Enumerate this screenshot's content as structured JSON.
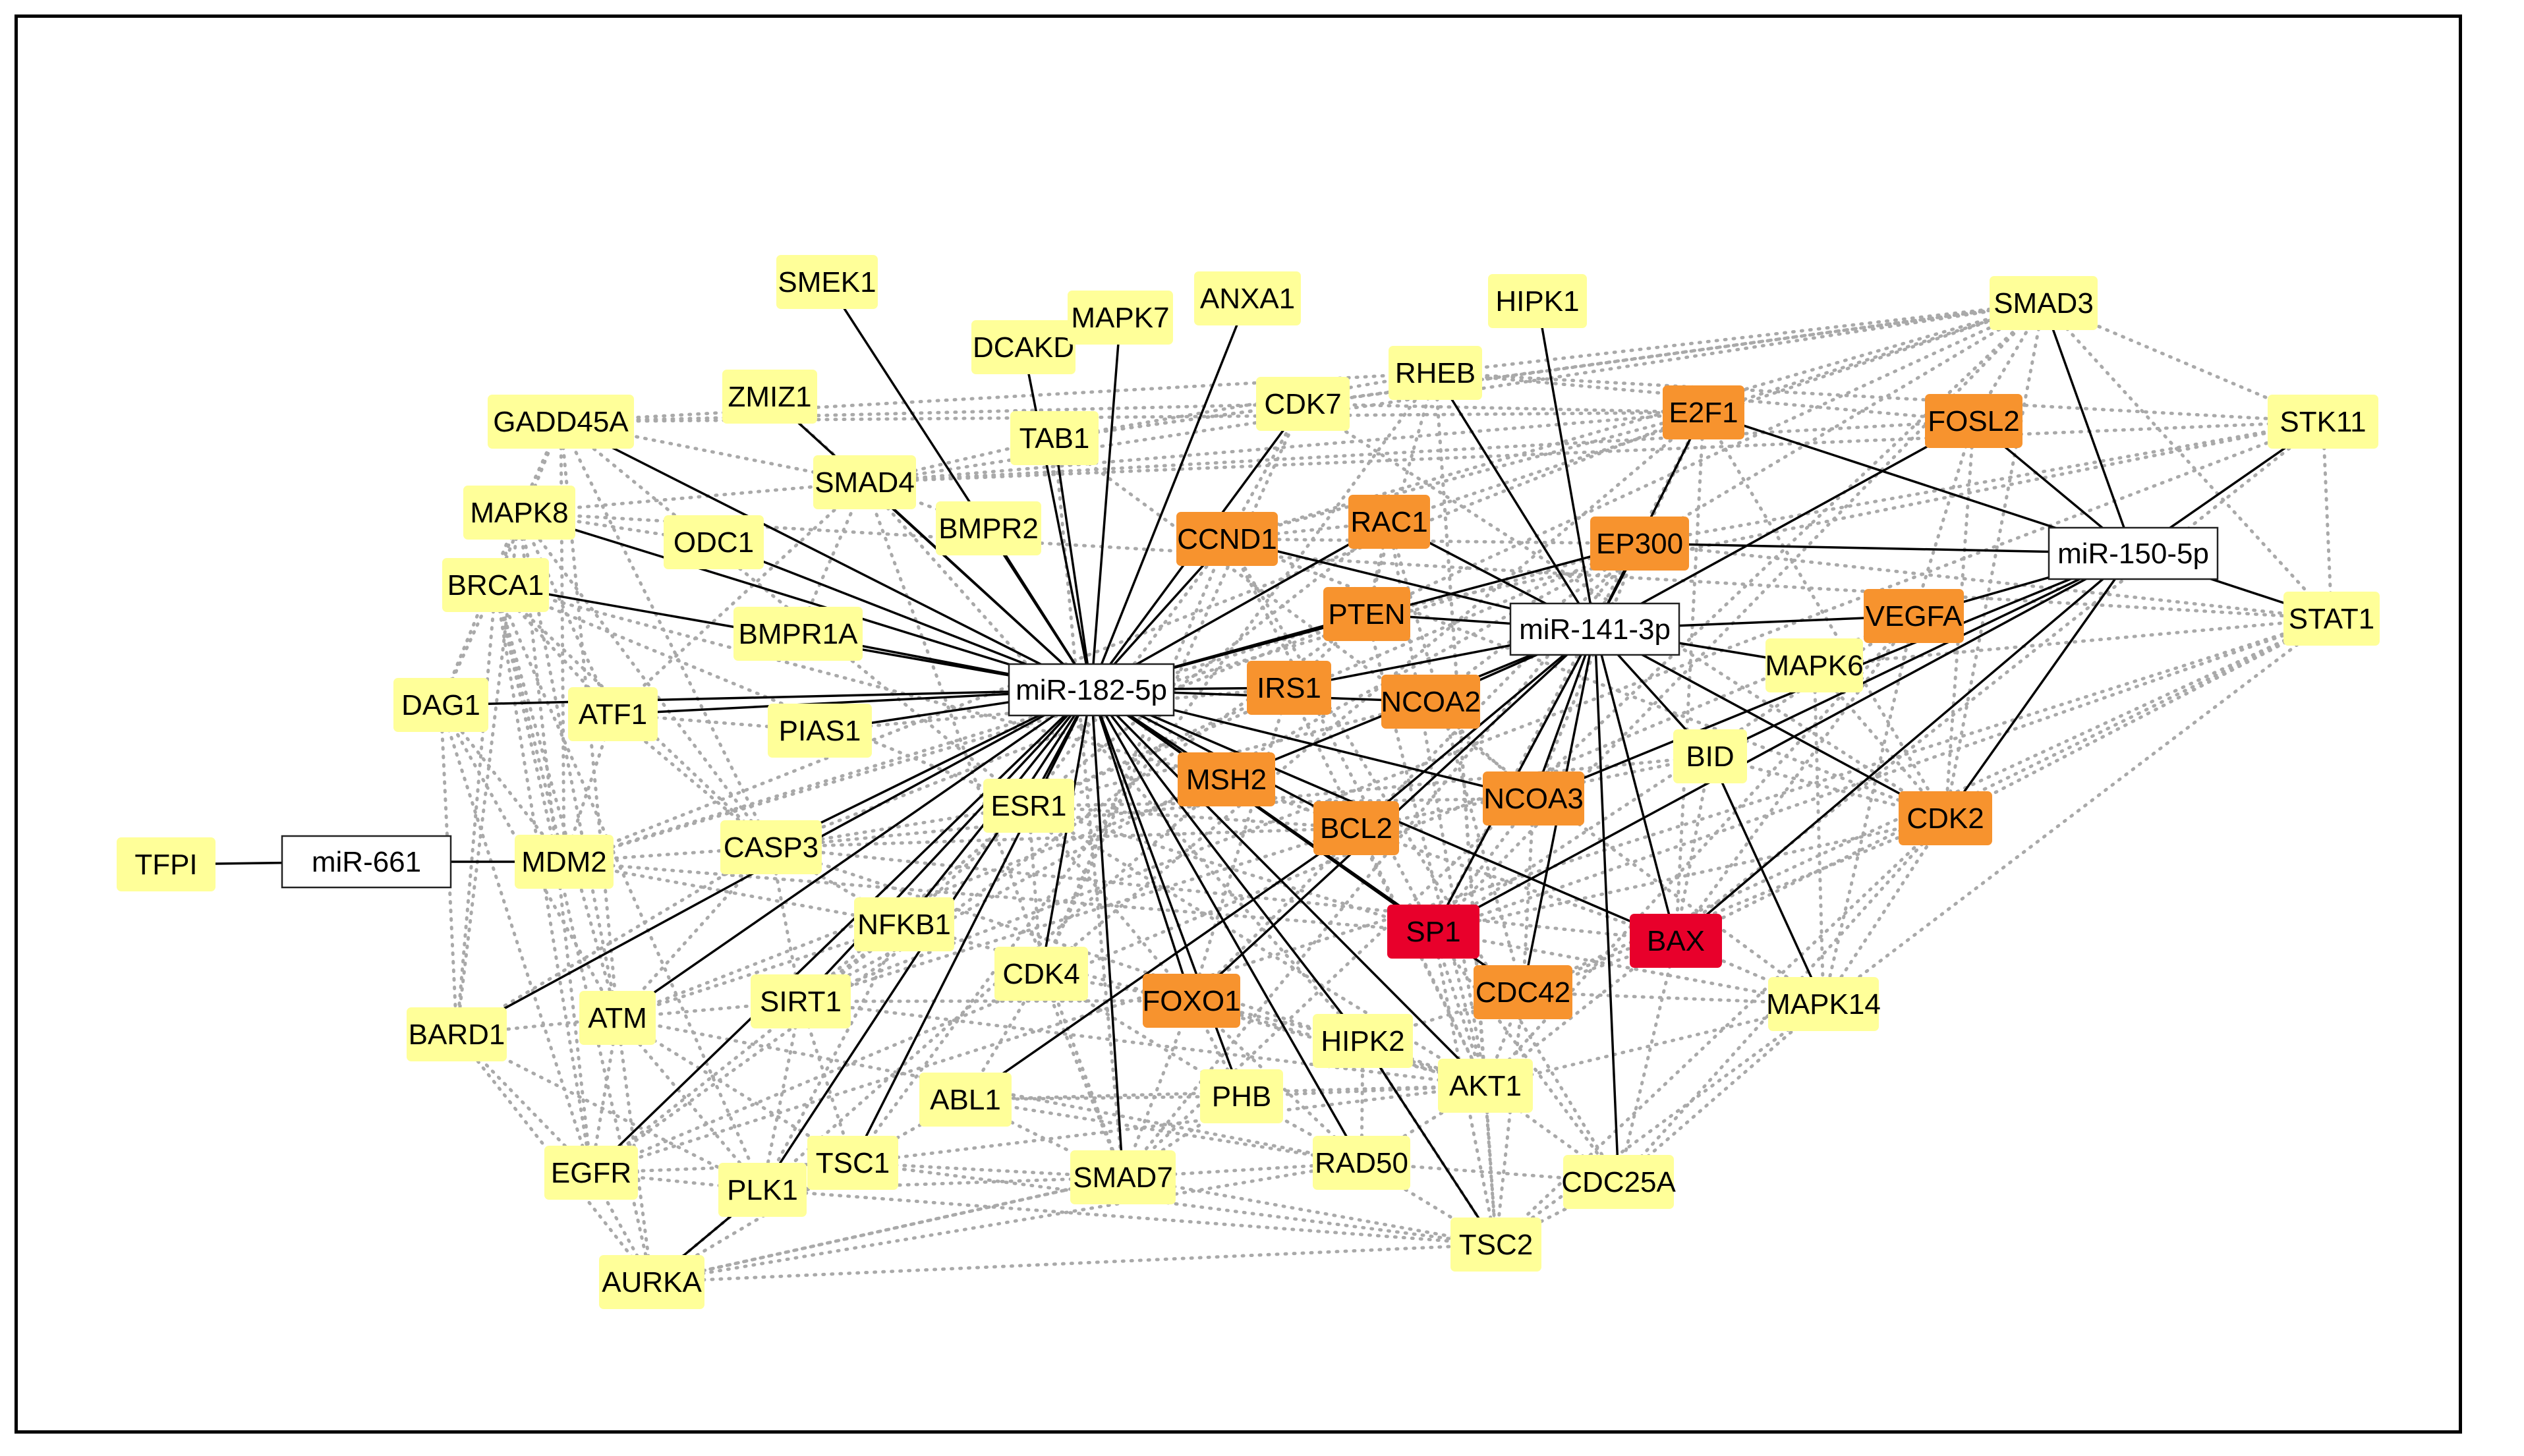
{
  "colors": {
    "mirna": "#ffffff",
    "low": "#ffff99",
    "mid": "#f7932e",
    "high": "#e8002b",
    "solid_edge": "#000000",
    "dotted_edge": "#a9a9a9"
  },
  "nodes": [
    {
      "id": "miR-182-5p",
      "type": "mirna"
    },
    {
      "id": "miR-141-3p",
      "type": "mirna"
    },
    {
      "id": "miR-150-5p",
      "type": "mirna"
    },
    {
      "id": "miR-661",
      "type": "mirna"
    },
    {
      "id": "TFPI",
      "level": "low"
    },
    {
      "id": "MDM2",
      "level": "low"
    },
    {
      "id": "SMEK1",
      "level": "low"
    },
    {
      "id": "DCAKD",
      "level": "low"
    },
    {
      "id": "MAPK7",
      "level": "low"
    },
    {
      "id": "ANXA1",
      "level": "low"
    },
    {
      "id": "HIPK1",
      "level": "low"
    },
    {
      "id": "SMAD3",
      "level": "low"
    },
    {
      "id": "ZMIZ1",
      "level": "low"
    },
    {
      "id": "GADD45A",
      "level": "low"
    },
    {
      "id": "TAB1",
      "level": "low"
    },
    {
      "id": "CDK7",
      "level": "low"
    },
    {
      "id": "RHEB",
      "level": "low"
    },
    {
      "id": "E2F1",
      "level": "mid"
    },
    {
      "id": "FOSL2",
      "level": "mid"
    },
    {
      "id": "STK11",
      "level": "low"
    },
    {
      "id": "SMAD4",
      "level": "low"
    },
    {
      "id": "MAPK8",
      "level": "low"
    },
    {
      "id": "BMPR2",
      "level": "low"
    },
    {
      "id": "CCND1",
      "level": "mid"
    },
    {
      "id": "RAC1",
      "level": "mid"
    },
    {
      "id": "EP300",
      "level": "mid"
    },
    {
      "id": "ODC1",
      "level": "low"
    },
    {
      "id": "BRCA1",
      "level": "low"
    },
    {
      "id": "PTEN",
      "level": "mid"
    },
    {
      "id": "VEGFA",
      "level": "mid"
    },
    {
      "id": "STAT1",
      "level": "low"
    },
    {
      "id": "BMPR1A",
      "level": "low"
    },
    {
      "id": "MAPK6",
      "level": "low"
    },
    {
      "id": "IRS1",
      "level": "mid"
    },
    {
      "id": "NCOA2",
      "level": "mid"
    },
    {
      "id": "DAG1",
      "level": "low"
    },
    {
      "id": "ATF1",
      "level": "low"
    },
    {
      "id": "PIAS1",
      "level": "low"
    },
    {
      "id": "BID",
      "level": "low"
    },
    {
      "id": "MSH2",
      "level": "mid"
    },
    {
      "id": "ESR1",
      "level": "low"
    },
    {
      "id": "NCOA3",
      "level": "mid"
    },
    {
      "id": "CDK2",
      "level": "mid"
    },
    {
      "id": "BCL2",
      "level": "mid"
    },
    {
      "id": "CASP3",
      "level": "low"
    },
    {
      "id": "NFKB1",
      "level": "low"
    },
    {
      "id": "SP1",
      "level": "high"
    },
    {
      "id": "BAX",
      "level": "high"
    },
    {
      "id": "CDK4",
      "level": "low"
    },
    {
      "id": "FOXO1",
      "level": "mid"
    },
    {
      "id": "CDC42",
      "level": "mid"
    },
    {
      "id": "MAPK14",
      "level": "low"
    },
    {
      "id": "BARD1",
      "level": "low"
    },
    {
      "id": "ATM",
      "level": "low"
    },
    {
      "id": "SIRT1",
      "level": "low"
    },
    {
      "id": "HIPK2",
      "level": "low"
    },
    {
      "id": "AKT1",
      "level": "low"
    },
    {
      "id": "ABL1",
      "level": "low"
    },
    {
      "id": "PHB",
      "level": "low"
    },
    {
      "id": "EGFR",
      "level": "low"
    },
    {
      "id": "TSC1",
      "level": "low"
    },
    {
      "id": "SMAD7",
      "level": "low"
    },
    {
      "id": "RAD50",
      "level": "low"
    },
    {
      "id": "CDC25A",
      "level": "low"
    },
    {
      "id": "PLK1",
      "level": "low"
    },
    {
      "id": "TSC2",
      "level": "low"
    },
    {
      "id": "AURKA",
      "level": "low"
    }
  ],
  "solid_edges": [
    [
      "miR-182-5p",
      "SMEK1"
    ],
    [
      "miR-182-5p",
      "DCAKD"
    ],
    [
      "miR-182-5p",
      "MAPK7"
    ],
    [
      "miR-182-5p",
      "ANXA1"
    ],
    [
      "miR-182-5p",
      "ZMIZ1"
    ],
    [
      "miR-182-5p",
      "GADD45A"
    ],
    [
      "miR-182-5p",
      "TAB1"
    ],
    [
      "miR-182-5p",
      "CDK7"
    ],
    [
      "miR-182-5p",
      "SMAD4"
    ],
    [
      "miR-182-5p",
      "MAPK8"
    ],
    [
      "miR-182-5p",
      "BMPR2"
    ],
    [
      "miR-182-5p",
      "CCND1"
    ],
    [
      "miR-182-5p",
      "RAC1"
    ],
    [
      "miR-182-5p",
      "EP300"
    ],
    [
      "miR-182-5p",
      "ODC1"
    ],
    [
      "miR-182-5p",
      "BRCA1"
    ],
    [
      "miR-182-5p",
      "PTEN"
    ],
    [
      "miR-182-5p",
      "BMPR1A"
    ],
    [
      "miR-182-5p",
      "IRS1"
    ],
    [
      "miR-182-5p",
      "NCOA2"
    ],
    [
      "miR-182-5p",
      "DAG1"
    ],
    [
      "miR-182-5p",
      "ATF1"
    ],
    [
      "miR-182-5p",
      "PIAS1"
    ],
    [
      "miR-182-5p",
      "MSH2"
    ],
    [
      "miR-182-5p",
      "ESR1"
    ],
    [
      "miR-182-5p",
      "NCOA3"
    ],
    [
      "miR-182-5p",
      "BCL2"
    ],
    [
      "miR-182-5p",
      "CASP3"
    ],
    [
      "miR-182-5p",
      "NFKB1"
    ],
    [
      "miR-182-5p",
      "SP1"
    ],
    [
      "miR-182-5p",
      "CDK4"
    ],
    [
      "miR-182-5p",
      "FOXO1"
    ],
    [
      "miR-182-5p",
      "BARD1"
    ],
    [
      "miR-182-5p",
      "ATM"
    ],
    [
      "miR-182-5p",
      "SIRT1"
    ],
    [
      "miR-182-5p",
      "HIPK2"
    ],
    [
      "miR-182-5p",
      "AKT1"
    ],
    [
      "miR-182-5p",
      "PHB"
    ],
    [
      "miR-182-5p",
      "EGFR"
    ],
    [
      "miR-182-5p",
      "TSC1"
    ],
    [
      "miR-182-5p",
      "SMAD7"
    ],
    [
      "miR-182-5p",
      "RAD50"
    ],
    [
      "miR-182-5p",
      "PLK1"
    ],
    [
      "miR-182-5p",
      "BAX"
    ],
    [
      "miR-182-5p",
      "CDC42"
    ],
    [
      "miR-141-3p",
      "HIPK1"
    ],
    [
      "miR-141-3p",
      "RHEB"
    ],
    [
      "miR-141-3p",
      "E2F1"
    ],
    [
      "miR-141-3p",
      "RAC1"
    ],
    [
      "miR-141-3p",
      "EP300"
    ],
    [
      "miR-141-3p",
      "PTEN"
    ],
    [
      "miR-141-3p",
      "VEGFA"
    ],
    [
      "miR-141-3p",
      "MAPK6"
    ],
    [
      "miR-141-3p",
      "IRS1"
    ],
    [
      "miR-141-3p",
      "NCOA2"
    ],
    [
      "miR-141-3p",
      "BID"
    ],
    [
      "miR-141-3p",
      "NCOA3"
    ],
    [
      "miR-141-3p",
      "CDK2"
    ],
    [
      "miR-141-3p",
      "BCL2"
    ],
    [
      "miR-141-3p",
      "SP1"
    ],
    [
      "miR-141-3p",
      "BAX"
    ],
    [
      "miR-141-3p",
      "CDC42"
    ],
    [
      "miR-141-3p",
      "CDC25A"
    ],
    [
      "miR-141-3p",
      "CCND1"
    ],
    [
      "miR-141-3p",
      "FOXO1"
    ],
    [
      "miR-141-3p",
      "MSH2"
    ],
    [
      "miR-141-3p",
      "FOSL2"
    ],
    [
      "miR-150-5p",
      "SMAD3"
    ],
    [
      "miR-150-5p",
      "E2F1"
    ],
    [
      "miR-150-5p",
      "FOSL2"
    ],
    [
      "miR-150-5p",
      "STK11"
    ],
    [
      "miR-150-5p",
      "EP300"
    ],
    [
      "miR-150-5p",
      "VEGFA"
    ],
    [
      "miR-150-5p",
      "STAT1"
    ],
    [
      "miR-150-5p",
      "CDK2"
    ],
    [
      "miR-150-5p",
      "BAX"
    ],
    [
      "miR-150-5p",
      "SP1"
    ],
    [
      "miR-150-5p",
      "BID"
    ],
    [
      "miR-150-5p",
      "NCOA3"
    ],
    [
      "miR-661",
      "TFPI"
    ],
    [
      "miR-661",
      "MDM2"
    ],
    [
      "BCL2",
      "ABL1"
    ],
    [
      "PLK1",
      "AURKA"
    ],
    [
      "HIPK2",
      "TSC2"
    ],
    [
      "BID",
      "MAPK14"
    ]
  ],
  "dotted_edges": [
    [
      "GADD45A",
      "MAPK8"
    ],
    [
      "GADD45A",
      "BRCA1"
    ],
    [
      "GADD45A",
      "SMAD4"
    ],
    [
      "GADD45A",
      "CDK7"
    ],
    [
      "GADD45A",
      "RHEB"
    ],
    [
      "GADD45A",
      "E2F1"
    ],
    [
      "GADD45A",
      "ATM"
    ],
    [
      "GADD45A",
      "CASP3"
    ],
    [
      "GADD45A",
      "MDM2"
    ],
    [
      "GADD45A",
      "ESR1"
    ],
    [
      "MAPK8",
      "BRCA1"
    ],
    [
      "MAPK8",
      "ATF1"
    ],
    [
      "MAPK8",
      "SMAD4"
    ],
    [
      "MAPK8",
      "CASP3"
    ],
    [
      "MAPK8",
      "BARD1"
    ],
    [
      "MAPK8",
      "ATM"
    ],
    [
      "MAPK8",
      "DAG1"
    ],
    [
      "MAPK8",
      "EGFR"
    ],
    [
      "MAPK8",
      "STAT1"
    ],
    [
      "MAPK8",
      "ODC1"
    ],
    [
      "BRCA1",
      "BARD1"
    ],
    [
      "BRCA1",
      "ATM"
    ],
    [
      "BRCA1",
      "DAG1"
    ],
    [
      "BRCA1",
      "ATF1"
    ],
    [
      "BRCA1",
      "EGFR"
    ],
    [
      "BRCA1",
      "CASP3"
    ],
    [
      "BRCA1",
      "AURKA"
    ],
    [
      "BRCA1",
      "PLK1"
    ],
    [
      "BRCA1",
      "ESR1"
    ],
    [
      "BRCA1",
      "MDM2"
    ],
    [
      "DAG1",
      "EGFR"
    ],
    [
      "DAG1",
      "BARD1"
    ],
    [
      "DAG1",
      "ATM"
    ],
    [
      "DAG1",
      "MDM2"
    ],
    [
      "ATF1",
      "CASP3"
    ],
    [
      "ATF1",
      "MDM2"
    ],
    [
      "ATF1",
      "SMAD4"
    ],
    [
      "ATF1",
      "PIAS1"
    ],
    [
      "SMAD4",
      "SMAD3"
    ],
    [
      "SMAD4",
      "SMAD7"
    ],
    [
      "SMAD4",
      "TAB1"
    ],
    [
      "SMAD4",
      "BMPR1A"
    ],
    [
      "SMAD4",
      "BMPR2"
    ],
    [
      "SMAD4",
      "ZMIZ1"
    ],
    [
      "SMAD4",
      "E2F1"
    ],
    [
      "SMAD4",
      "STK11"
    ],
    [
      "SMAD4",
      "HIPK2"
    ],
    [
      "SMAD4",
      "FOSL2"
    ],
    [
      "TAB1",
      "SMAD3"
    ],
    [
      "TAB1",
      "MAPK14"
    ],
    [
      "TAB1",
      "CDK7"
    ],
    [
      "TAB1",
      "RHEB"
    ],
    [
      "TAB1",
      "SMAD7"
    ],
    [
      "CDK7",
      "CDK2"
    ],
    [
      "CDK7",
      "CDK4"
    ],
    [
      "CDK7",
      "CCND1"
    ],
    [
      "CDK7",
      "E2F1"
    ],
    [
      "CDK7",
      "SMAD3"
    ],
    [
      "RHEB",
      "TSC2"
    ],
    [
      "RHEB",
      "TSC1"
    ],
    [
      "RHEB",
      "AKT1"
    ],
    [
      "RHEB",
      "PTEN"
    ],
    [
      "RHEB",
      "STK11"
    ],
    [
      "RHEB",
      "SMAD3"
    ],
    [
      "RHEB",
      "FOSL2"
    ],
    [
      "E2F1",
      "CCND1"
    ],
    [
      "E2F1",
      "CDK2"
    ],
    [
      "E2F1",
      "CDK4"
    ],
    [
      "E2F1",
      "MDM2"
    ],
    [
      "E2F1",
      "SP1"
    ],
    [
      "E2F1",
      "BAX"
    ],
    [
      "E2F1",
      "SMAD3"
    ],
    [
      "E2F1",
      "EP300"
    ],
    [
      "SMAD3",
      "EP300"
    ],
    [
      "SMAD3",
      "SMAD7"
    ],
    [
      "SMAD3",
      "FOSL2"
    ],
    [
      "SMAD3",
      "STK11"
    ],
    [
      "SMAD3",
      "SP1"
    ],
    [
      "SMAD3",
      "STAT1"
    ],
    [
      "SMAD3",
      "RAC1"
    ],
    [
      "SMAD3",
      "CCND1"
    ],
    [
      "SMAD3",
      "PTEN"
    ],
    [
      "SMAD3",
      "CDK2"
    ],
    [
      "STK11",
      "STAT1"
    ],
    [
      "STK11",
      "AKT1"
    ],
    [
      "STK11",
      "PTEN"
    ],
    [
      "STK11",
      "SIRT1"
    ],
    [
      "STK11",
      "EP300"
    ],
    [
      "STAT1",
      "EP300"
    ],
    [
      "STAT1",
      "CDK2"
    ],
    [
      "STAT1",
      "MAPK14"
    ],
    [
      "STAT1",
      "SP1"
    ],
    [
      "STAT1",
      "EGFR"
    ],
    [
      "STAT1",
      "BAX"
    ],
    [
      "STAT1",
      "MAPK6"
    ],
    [
      "STAT1",
      "CDC42"
    ],
    [
      "FOSL2",
      "VEGFA"
    ],
    [
      "FOSL2",
      "CDK2"
    ],
    [
      "EP300",
      "SP1"
    ],
    [
      "EP300",
      "ESR1"
    ],
    [
      "EP300",
      "SMAD7"
    ],
    [
      "EP300",
      "SIRT1"
    ],
    [
      "EP300",
      "FOXO1"
    ],
    [
      "EP300",
      "NCOA2"
    ],
    [
      "EP300",
      "NCOA3"
    ],
    [
      "EP300",
      "CCND1"
    ],
    [
      "EP300",
      "MDM2"
    ],
    [
      "RAC1",
      "CDC42"
    ],
    [
      "RAC1",
      "PTEN"
    ],
    [
      "RAC1",
      "CCND1"
    ],
    [
      "RAC1",
      "AKT1"
    ],
    [
      "RAC1",
      "ESR1"
    ],
    [
      "CCND1",
      "CDK4"
    ],
    [
      "CCND1",
      "CDK2"
    ],
    [
      "CCND1",
      "ESR1"
    ],
    [
      "CCND1",
      "CDC25A"
    ],
    [
      "CCND1",
      "SP1"
    ],
    [
      "PTEN",
      "AKT1"
    ],
    [
      "PTEN",
      "EGFR"
    ],
    [
      "PTEN",
      "CASP3"
    ],
    [
      "PTEN",
      "MDM2"
    ],
    [
      "PTEN",
      "IRS1"
    ],
    [
      "IRS1",
      "AKT1"
    ],
    [
      "IRS1",
      "PIAS1"
    ],
    [
      "IRS1",
      "ESR1"
    ],
    [
      "IRS1",
      "FOXO1"
    ],
    [
      "NCOA2",
      "ESR1"
    ],
    [
      "NCOA2",
      "NCOA3"
    ],
    [
      "VEGFA",
      "MAPK14"
    ],
    [
      "VEGFA",
      "SP1"
    ],
    [
      "VEGFA",
      "AKT1"
    ],
    [
      "VEGFA",
      "EGFR"
    ],
    [
      "VEGFA",
      "BAX"
    ],
    [
      "MAPK6",
      "CDK2"
    ],
    [
      "MAPK6",
      "MAPK14"
    ],
    [
      "BID",
      "BAX"
    ],
    [
      "BID",
      "BCL2"
    ],
    [
      "BID",
      "CASP3"
    ],
    [
      "BID",
      "CDK2"
    ],
    [
      "CDK2",
      "CDC25A"
    ],
    [
      "CDK2",
      "MAPK14"
    ],
    [
      "CDK2",
      "SP1"
    ],
    [
      "CDK2",
      "CDC42"
    ],
    [
      "CDK2",
      "TSC2"
    ],
    [
      "NCOA3",
      "ESR1"
    ],
    [
      "NCOA3",
      "SP1"
    ],
    [
      "NCOA3",
      "CDC42"
    ],
    [
      "MSH2",
      "ATM"
    ],
    [
      "MSH2",
      "BRCA1"
    ],
    [
      "MSH2",
      "PLK1"
    ],
    [
      "MSH2",
      "BCL2"
    ],
    [
      "BCL2",
      "BAX"
    ],
    [
      "BCL2",
      "CASP3"
    ],
    [
      "BCL2",
      "AKT1"
    ],
    [
      "BCL2",
      "SIRT1"
    ],
    [
      "BCL2",
      "ESR1"
    ],
    [
      "SP1",
      "MDM2"
    ],
    [
      "SP1",
      "AKT1"
    ],
    [
      "SP1",
      "CDC42"
    ],
    [
      "SP1",
      "TSC2"
    ],
    [
      "SP1",
      "MAPK14"
    ],
    [
      "SP1",
      "CDC25A"
    ],
    [
      "SP1",
      "ESR1"
    ],
    [
      "BAX",
      "CDC42"
    ],
    [
      "BAX",
      "MAPK14"
    ],
    [
      "BAX",
      "CDC25A"
    ],
    [
      "BAX",
      "CASP3"
    ],
    [
      "MAPK14",
      "CDC25A"
    ],
    [
      "MAPK14",
      "TSC2"
    ],
    [
      "MAPK14",
      "AKT1"
    ],
    [
      "MAPK14",
      "CDC42"
    ],
    [
      "CDC42",
      "AKT1"
    ],
    [
      "CDC42",
      "HIPK2"
    ],
    [
      "CDC42",
      "TSC2"
    ],
    [
      "CASP3",
      "ESR1"
    ],
    [
      "CASP3",
      "NFKB1"
    ],
    [
      "CASP3",
      "ATM"
    ],
    [
      "CASP3",
      "MDM2"
    ],
    [
      "CASP3",
      "SIRT1"
    ],
    [
      "CASP3",
      "AKT1"
    ],
    [
      "CASP3",
      "BARD1"
    ],
    [
      "ESR1",
      "CDK4"
    ],
    [
      "ESR1",
      "NFKB1"
    ],
    [
      "ESR1",
      "SIRT1"
    ],
    [
      "ESR1",
      "AKT1"
    ],
    [
      "ESR1",
      "FOXO1"
    ],
    [
      "NFKB1",
      "SIRT1"
    ],
    [
      "NFKB1",
      "MDM2"
    ],
    [
      "NFKB1",
      "ATM"
    ],
    [
      "NFKB1",
      "EGFR"
    ],
    [
      "NFKB1",
      "PLK1"
    ],
    [
      "NFKB1",
      "AKT1"
    ],
    [
      "CDK4",
      "FOXO1"
    ],
    [
      "CDK4",
      "ABL1"
    ],
    [
      "CDK4",
      "PHB"
    ],
    [
      "CDK4",
      "SMAD7"
    ],
    [
      "FOXO1",
      "SIRT1"
    ],
    [
      "FOXO1",
      "AKT1"
    ],
    [
      "FOXO1",
      "PHB"
    ],
    [
      "FOXO1",
      "HIPK2"
    ],
    [
      "FOXO1",
      "RAD50"
    ],
    [
      "FOXO1",
      "SMAD7"
    ],
    [
      "BARD1",
      "ATM"
    ],
    [
      "BARD1",
      "EGFR"
    ],
    [
      "BARD1",
      "AURKA"
    ],
    [
      "BARD1",
      "PLK1"
    ],
    [
      "ATM",
      "EGFR"
    ],
    [
      "ATM",
      "SIRT1"
    ],
    [
      "ATM",
      "PLK1"
    ],
    [
      "ATM",
      "TSC1"
    ],
    [
      "ATM",
      "RAD50"
    ],
    [
      "ATM",
      "AURKA"
    ],
    [
      "SIRT1",
      "TSC1"
    ],
    [
      "SIRT1",
      "PLK1"
    ],
    [
      "SIRT1",
      "AKT1"
    ],
    [
      "HIPK2",
      "AKT1"
    ],
    [
      "HIPK2",
      "RAD50"
    ],
    [
      "HIPK2",
      "TSC2"
    ],
    [
      "AKT1",
      "TSC2"
    ],
    [
      "AKT1",
      "TSC1"
    ],
    [
      "AKT1",
      "CDC25A"
    ],
    [
      "AKT1",
      "RAD50"
    ],
    [
      "AKT1",
      "ABL1"
    ],
    [
      "AKT1",
      "PHB"
    ],
    [
      "ABL1",
      "PHB"
    ],
    [
      "ABL1",
      "TSC1"
    ],
    [
      "ABL1",
      "SMAD7"
    ],
    [
      "ABL1",
      "RAD50"
    ],
    [
      "PHB",
      "SMAD7"
    ],
    [
      "PHB",
      "RAD50"
    ],
    [
      "EGFR",
      "AURKA"
    ],
    [
      "EGFR",
      "PLK1"
    ],
    [
      "EGFR",
      "TSC1"
    ],
    [
      "TSC1",
      "TSC2"
    ],
    [
      "TSC1",
      "SMAD7"
    ],
    [
      "TSC1",
      "PLK1"
    ],
    [
      "TSC1",
      "AURKA"
    ],
    [
      "SMAD7",
      "RAD50"
    ],
    [
      "SMAD7",
      "TSC2"
    ],
    [
      "SMAD7",
      "PLK1"
    ],
    [
      "SMAD7",
      "AURKA"
    ],
    [
      "RAD50",
      "TSC2"
    ],
    [
      "RAD50",
      "CDC25A"
    ],
    [
      "CDC25A",
      "TSC2"
    ],
    [
      "PLK1",
      "AURKA"
    ],
    [
      "PLK1",
      "TSC2"
    ],
    [
      "AURKA",
      "TSC2"
    ],
    [
      "AURKA",
      "RAD50"
    ],
    [
      "AURKA",
      "SMAD7"
    ]
  ]
}
